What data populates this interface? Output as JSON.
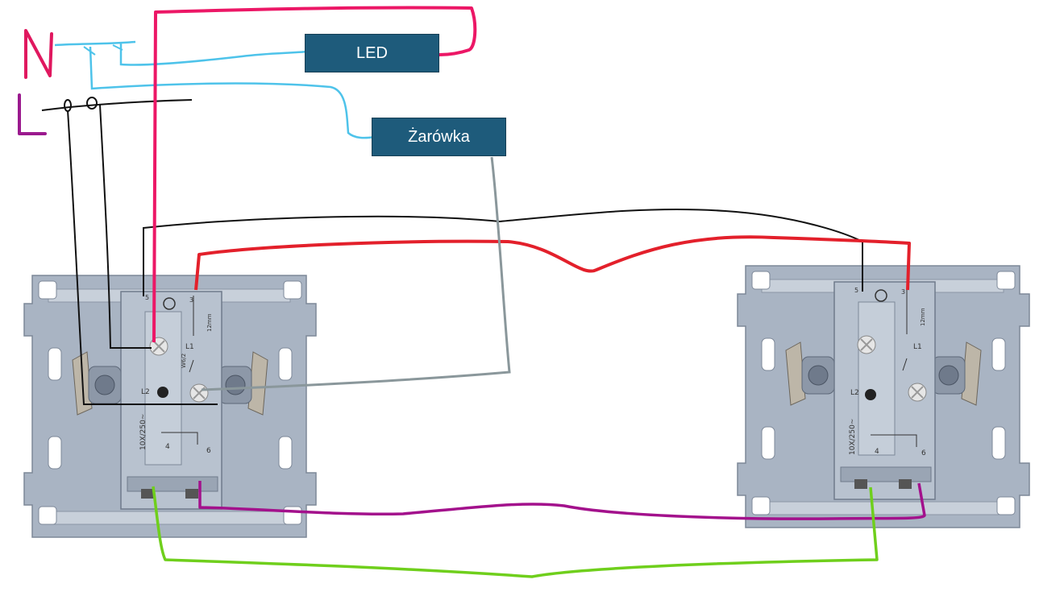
{
  "labels": {
    "neutral": "N",
    "live": "L",
    "led": "LED",
    "bulb": "Żarówka"
  },
  "switch_markings": {
    "top_left": "5",
    "top_right": "3",
    "l1": "L1",
    "l2": "L2",
    "rating": "10X/250~",
    "strip": "12mm",
    "model": "W6/2",
    "bottom_left": "4",
    "bottom_right": "6"
  },
  "colors": {
    "neutral_label": "#e0185f",
    "live_label": "#9b1a8e",
    "neutral_wire": "#4ec3ea",
    "live_wire": "#111111",
    "pink_wire": "#ec1766",
    "red_wire": "#e3202b",
    "gray_wire": "#8a979b",
    "purple_wire": "#a3118c",
    "green_wire": "#6fcf1c",
    "box_fill": "#1e5b7b",
    "switch_body": "#a9b4c3"
  }
}
